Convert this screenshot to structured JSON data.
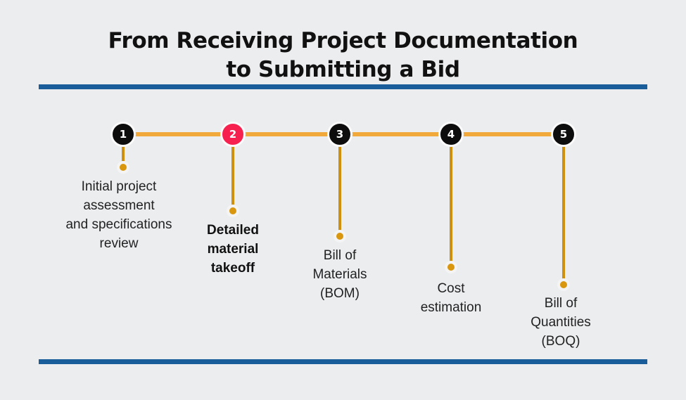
{
  "background_color": "#ecedef",
  "title": {
    "line1": "From Receiving Project Documentation",
    "line2": "to Submitting a Bid"
  },
  "rules": {
    "color": "#1a5d9b",
    "top_label": "top-divider",
    "bottom_label": "bottom-divider"
  },
  "palette": {
    "connector_orange": "#f0a93a",
    "stem_amber": "#cf9010",
    "node_black": "#0d0d0d",
    "node_accent_pink": "#f7214f",
    "text_dark": "#222222"
  },
  "timeline": {
    "active_step": 2,
    "steps": [
      {
        "number": "1",
        "label": "Initial project\nassessment\nand specifications\nreview",
        "highlighted": false,
        "node_color": "#0d0d0d"
      },
      {
        "number": "2",
        "label": "Detailed\nmaterial\ntakeoff",
        "highlighted": true,
        "node_color": "#f7214f"
      },
      {
        "number": "3",
        "label": "Bill of\nMaterials\n(BOM)",
        "highlighted": false,
        "node_color": "#0d0d0d"
      },
      {
        "number": "4",
        "label": "Cost\nestimation",
        "highlighted": false,
        "node_color": "#0d0d0d"
      },
      {
        "number": "5",
        "label": "Bill of\nQuantities\n(BOQ)",
        "highlighted": false,
        "node_color": "#0d0d0d"
      }
    ]
  }
}
